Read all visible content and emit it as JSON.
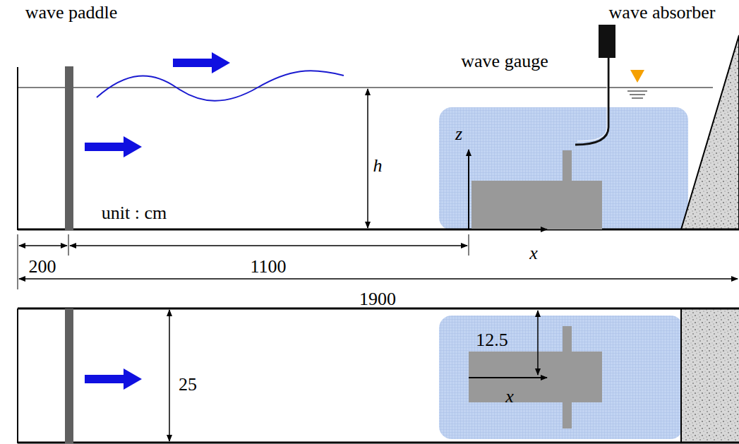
{
  "diagram": {
    "labels": [
      "wave paddle",
      "wave gauge",
      "wave absorber",
      "z",
      "h",
      "unit : cm",
      "x",
      "200",
      "1100",
      "1900",
      "12.5",
      "25",
      "x"
    ]
  }
}
